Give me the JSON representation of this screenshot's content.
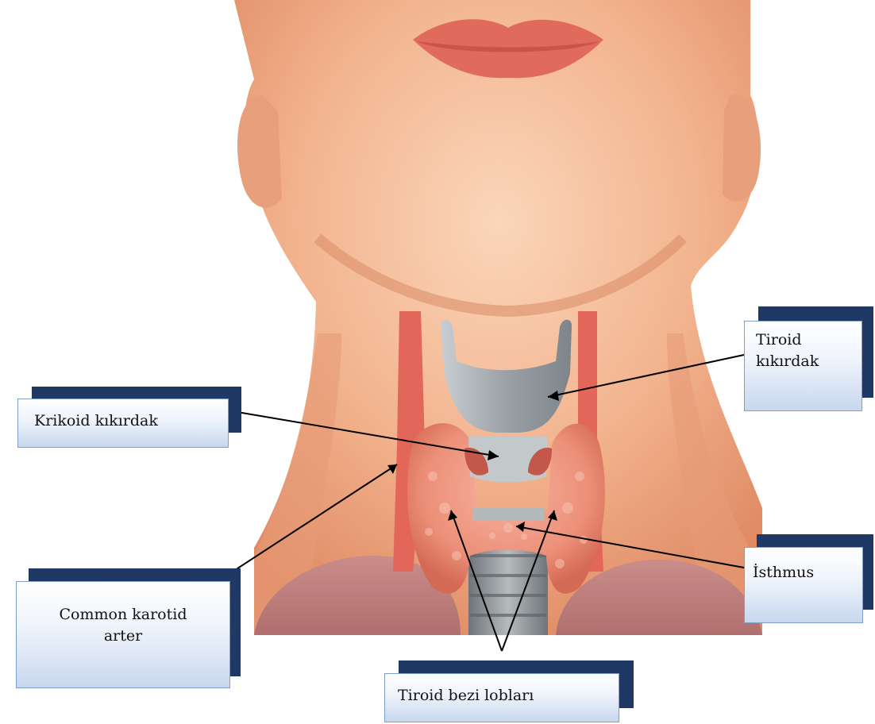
{
  "labels": {
    "thyroid_cartilage": "Tiroid kıkırdak",
    "cricoid_cartilage": "Krikoid kıkırdak",
    "common_carotid": "Common karotid arter",
    "isthmus": "İsthmus",
    "thyroid_lobes": "Tiroid bezi lobları"
  },
  "colors": {
    "skin": "#f2b38e",
    "skin_shadow": "#e08d66",
    "artery": "#e3665a",
    "thyroid": "#ec8f78",
    "cartilage": "#a7adb1",
    "label_shadow": "#1f3864",
    "label_border": "#7f9fca"
  }
}
